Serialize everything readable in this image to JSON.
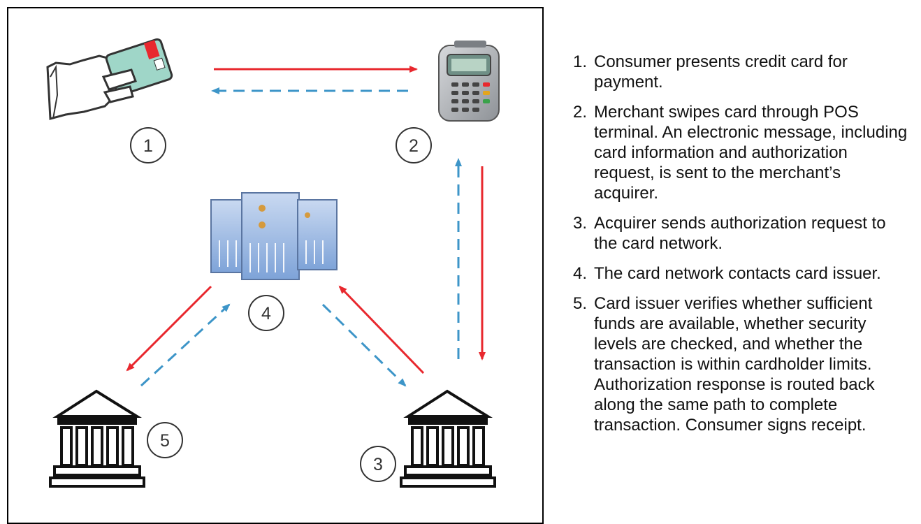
{
  "diagram": {
    "nodes": [
      {
        "id": "1",
        "label": "1",
        "icon": "hand-card-icon"
      },
      {
        "id": "2",
        "label": "2",
        "icon": "pos-terminal-icon"
      },
      {
        "id": "3",
        "label": "3",
        "icon": "bank-icon"
      },
      {
        "id": "4",
        "label": "4",
        "icon": "server-icon"
      },
      {
        "id": "5",
        "label": "5",
        "icon": "bank-icon"
      }
    ],
    "flows": [
      {
        "from": "1",
        "to": "2",
        "style": "request-solid",
        "color": "#e8282e"
      },
      {
        "from": "2",
        "to": "1",
        "style": "response-dashed",
        "color": "#3d95c8"
      },
      {
        "from": "2",
        "to": "3",
        "style": "request-solid",
        "color": "#e8282e"
      },
      {
        "from": "3",
        "to": "2",
        "style": "response-dashed",
        "color": "#3d95c8"
      },
      {
        "from": "3",
        "to": "4",
        "style": "request-solid",
        "color": "#e8282e"
      },
      {
        "from": "4",
        "to": "3",
        "style": "response-dashed",
        "color": "#3d95c8"
      },
      {
        "from": "4",
        "to": "5",
        "style": "request-solid",
        "color": "#e8282e"
      },
      {
        "from": "5",
        "to": "4",
        "style": "response-dashed",
        "color": "#3d95c8"
      }
    ]
  },
  "steps": [
    {
      "num": "1.",
      "text": "Consumer presents credit card for payment."
    },
    {
      "num": "2.",
      "text": "Merchant swipes card through POS terminal. An electronic message, including card information and authorization request, is sent to the merchant’s acquirer."
    },
    {
      "num": "3.",
      "text": "Acquirer sends authorization request to the card network."
    },
    {
      "num": "4.",
      "text": "The card network contacts card issuer."
    },
    {
      "num": "5.",
      "text": "Card issuer verifies whether sufficient funds are available, whether security levels are checked, and whether the transaction is within cardholder limits. Authorization response is routed back along the same path to complete transaction. Consumer signs receipt."
    }
  ]
}
